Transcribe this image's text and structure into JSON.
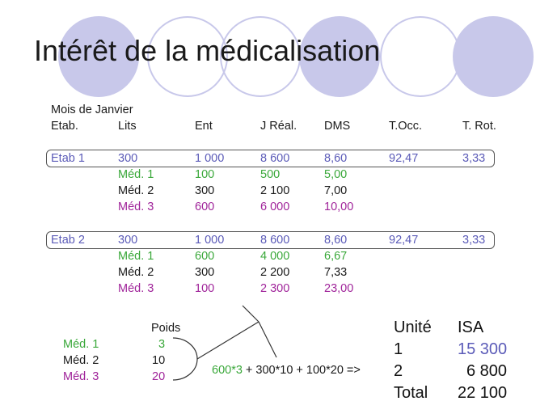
{
  "title": "Intérêt de la médicalisation",
  "period": "Mois de Janvier",
  "headers": [
    "Etab.",
    "Lits",
    "Ent",
    "J Réal.",
    "DMS",
    "T.Occ.",
    "T. Rot."
  ],
  "etab1": {
    "row": [
      "Etab 1",
      "300",
      "1 000",
      "8 600",
      "8,60",
      "92,47",
      "3,33"
    ],
    "med": [
      [
        "Méd. 1",
        "100",
        "500",
        "5,00"
      ],
      [
        "Méd. 2",
        "300",
        "2 100",
        "7,00"
      ],
      [
        "Méd. 3",
        "600",
        "6 000",
        "10,00"
      ]
    ]
  },
  "etab2": {
    "row": [
      "Etab 2",
      "300",
      "1 000",
      "8 600",
      "8,60",
      "92,47",
      "3,33"
    ],
    "med": [
      [
        "Méd. 1",
        "600",
        "4 000",
        "6,67"
      ],
      [
        "Méd. 2",
        "300",
        "2 200",
        "7,33"
      ],
      [
        "Méd. 3",
        "100",
        "2 300",
        "23,00"
      ]
    ]
  },
  "weights": {
    "header": "Poids",
    "rows": [
      {
        "label": "Méd. 1",
        "value": "3"
      },
      {
        "label": "Méd. 2",
        "value": "10"
      },
      {
        "label": "Méd. 3",
        "value": "20"
      }
    ]
  },
  "formula": {
    "part1": "600*3",
    "part2": " + 300*10 + 100*20 =>"
  },
  "isa": {
    "header_unit": "Unité",
    "header_isa": "ISA",
    "rows": [
      {
        "unit": "1",
        "isa": "15 300"
      },
      {
        "unit": "2",
        "isa": "6 800"
      },
      {
        "unit": "Total",
        "isa": "22 100"
      }
    ]
  },
  "colors": {
    "etab": "#5b5bb8",
    "med1": "#3aa83a",
    "med2": "#1a1a1a",
    "med3": "#a0249a",
    "circle": "#c8c8ea"
  }
}
